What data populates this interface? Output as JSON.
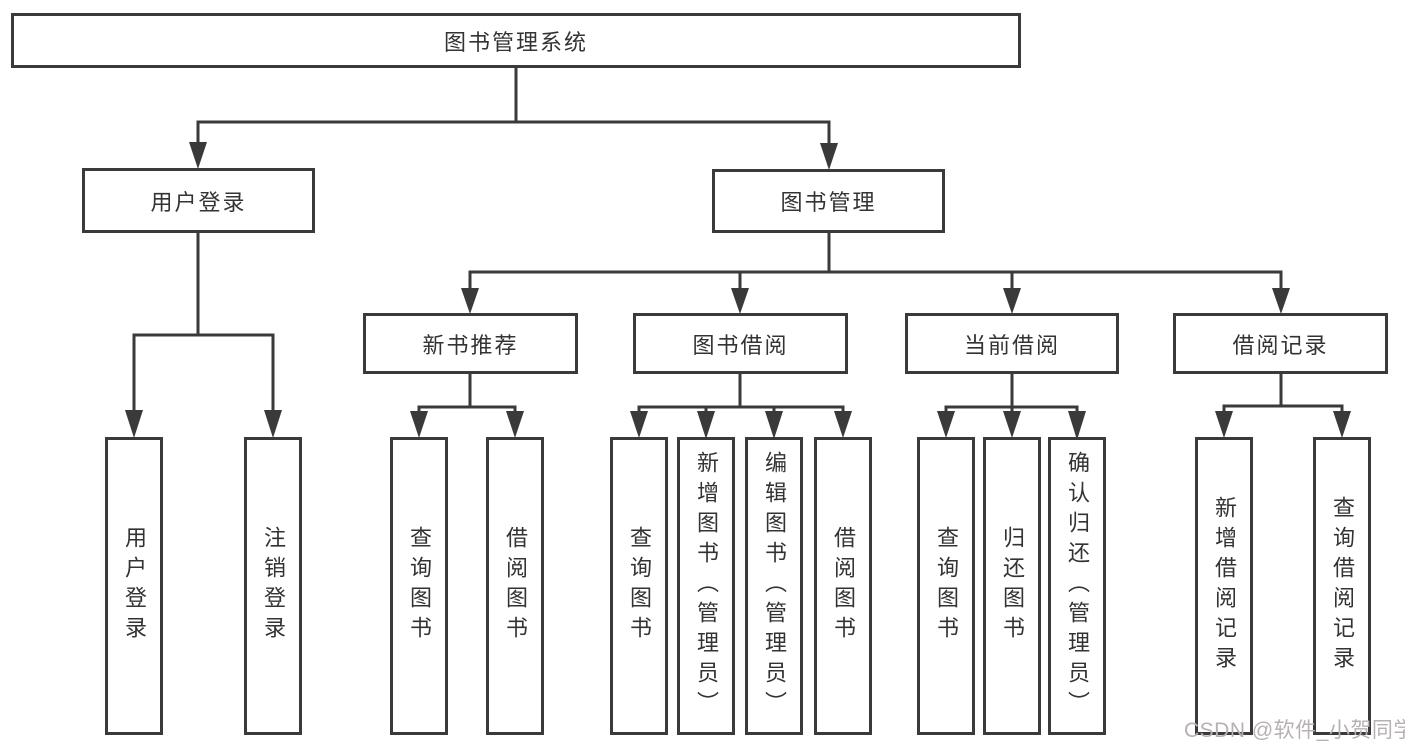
{
  "colors": {
    "background": "#ffffff",
    "line": "#3a3a3a",
    "box_border": "#3a3a3a",
    "text": "#333333",
    "watermark": "#b7b1b1"
  },
  "diagram": {
    "root": {
      "label": "图书管理系统"
    },
    "branches": {
      "user_login": {
        "label": "用户登录",
        "children": {
          "login": "用户登录",
          "logout": "注销登录"
        }
      },
      "book_management": {
        "label": "图书管理",
        "children": {
          "new_books": {
            "label": "新书推荐",
            "children": {
              "query": "查询图书",
              "borrow": "借阅图书"
            }
          },
          "book_borrow": {
            "label": "图书借阅",
            "children": {
              "query": "查询图书",
              "add": "新增图书（管理员）",
              "edit": "编辑图书（管理员）",
              "borrow": "借阅图书"
            }
          },
          "current_borrow": {
            "label": "当前借阅",
            "children": {
              "query": "查询图书",
              "return": "归还图书",
              "confirm": "确认归还（管理员）"
            }
          },
          "borrow_records": {
            "label": "借阅记录",
            "children": {
              "add": "新增借阅记录",
              "query": "查询借阅记录"
            }
          }
        }
      }
    }
  },
  "watermark": "CSDN @软件_小贺同学"
}
